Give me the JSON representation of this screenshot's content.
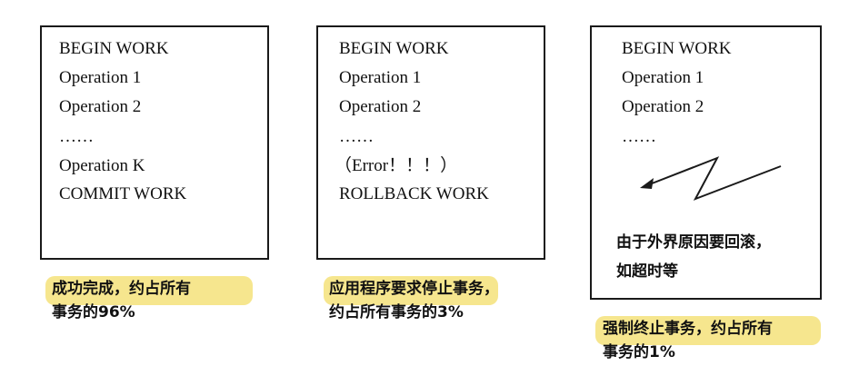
{
  "box1": {
    "lines": [
      "BEGIN WORK",
      "Operation 1",
      "Operation 2",
      "……",
      "Operation K",
      "COMMIT WORK"
    ]
  },
  "box2": {
    "lines": [
      "BEGIN WORK",
      "Operation 1",
      "Operation 2",
      "……",
      "（Error！！！）",
      "ROLLBACK WORK"
    ]
  },
  "box3": {
    "lines": [
      "BEGIN WORK",
      "Operation 1",
      "Operation 2",
      "……"
    ],
    "note_line1": "由于外界原因要回滚，",
    "note_line2": "如超时等"
  },
  "captions": {
    "c1_line1": "成功完成，约占所有",
    "c1_line2": "事务的96%",
    "c2_line1": "应用程序要求停止事务，",
    "c2_line2": "约占所有事务的3%",
    "c3_line1": "强制终止事务，约占所有",
    "c3_line2": "事务的1%"
  },
  "colors": {
    "highlight": "#f5e27a",
    "stroke": "#1a1a1a"
  }
}
